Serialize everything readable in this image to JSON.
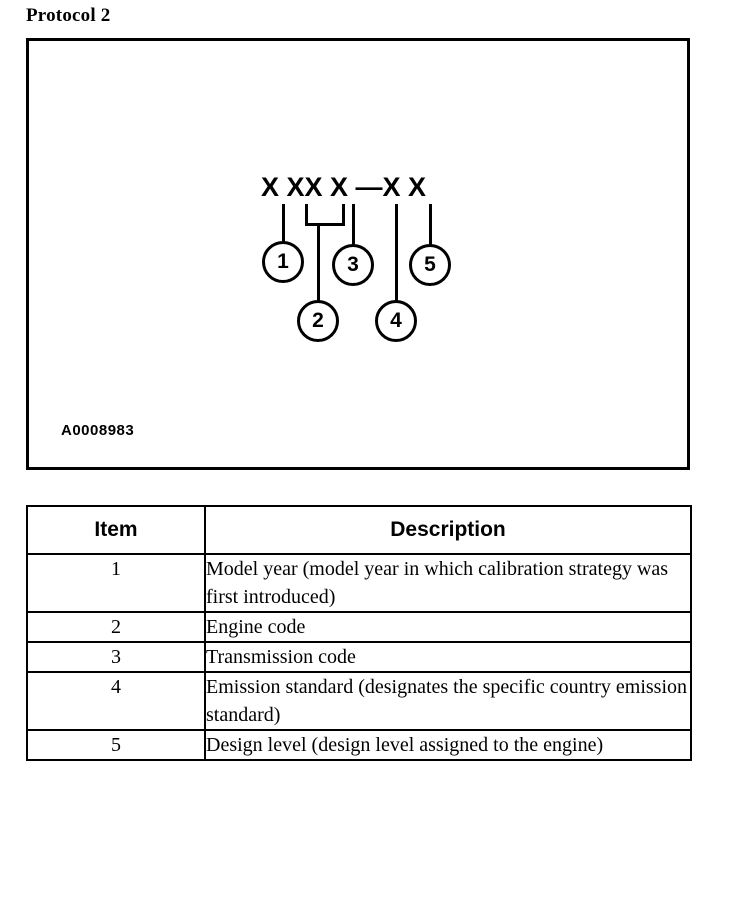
{
  "page": {
    "title": "Protocol 2"
  },
  "figure": {
    "id_label": "A0008983",
    "code_pattern": "X XX X —X X",
    "callouts": [
      {
        "number": "1"
      },
      {
        "number": "2"
      },
      {
        "number": "3"
      },
      {
        "number": "4"
      },
      {
        "number": "5"
      }
    ]
  },
  "legend": {
    "columns": [
      "Item",
      "Description"
    ],
    "rows": [
      {
        "item": "1",
        "description": "Model year (model year in which calibration strategy was first introduced)"
      },
      {
        "item": "2",
        "description": "Engine code"
      },
      {
        "item": "3",
        "description": "Transmission code"
      },
      {
        "item": "4",
        "description": "Emission standard (designates the specific country emission standard)"
      },
      {
        "item": "5",
        "description": "Design level (design level assigned to the engine)"
      }
    ]
  }
}
